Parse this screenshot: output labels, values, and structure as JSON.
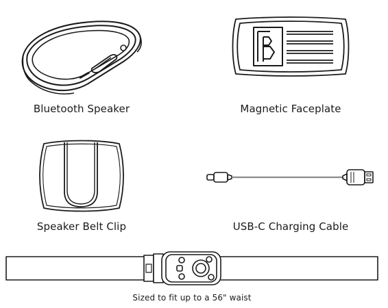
{
  "items": [
    {
      "label": "Bluetooth Speaker",
      "icon": "bluetooth-speaker-icon"
    },
    {
      "label": "Magnetic Faceplate",
      "icon": "magnetic-faceplate-icon"
    },
    {
      "label": "Speaker Belt Clip",
      "icon": "belt-clip-icon"
    },
    {
      "label": "USB-C Charging Cable",
      "icon": "usb-c-cable-icon"
    }
  ],
  "belt": {
    "caption": "Sized to fit up to a 56\" waist",
    "icon": "belt-icon"
  },
  "colors": {
    "line": "#1a1a1a",
    "cable": "#8a8a8a"
  }
}
